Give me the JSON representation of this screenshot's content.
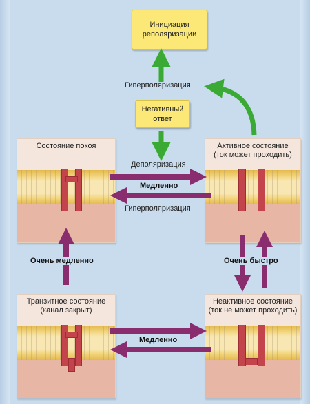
{
  "boxes": {
    "initiation": "Инициация\nреполяризации",
    "negative_response": "Негативный\nответ"
  },
  "panels": {
    "resting": "Состояние покоя",
    "active": "Активное состояние\n(ток может проходить)",
    "transient": "Транзитное состояние\n(канал закрыт)",
    "inactive": "Неактивное состояние\n(ток не может проходить)"
  },
  "labels": {
    "hyperpolarization_top": "Гиперполяризация",
    "depolarization": "Деполяризация",
    "slowly_top": "Медленно",
    "hyperpolarization_mid": "Гиперполяризация",
    "very_slowly": "Очень медленно",
    "very_fast": "Очень быстро",
    "slowly_bottom": "Медленно"
  },
  "colors": {
    "green_arrow": "#3aaa35",
    "purple_arrow": "#8a2d6e",
    "channel": "#c4444b",
    "box_fill": "#fbe877"
  }
}
